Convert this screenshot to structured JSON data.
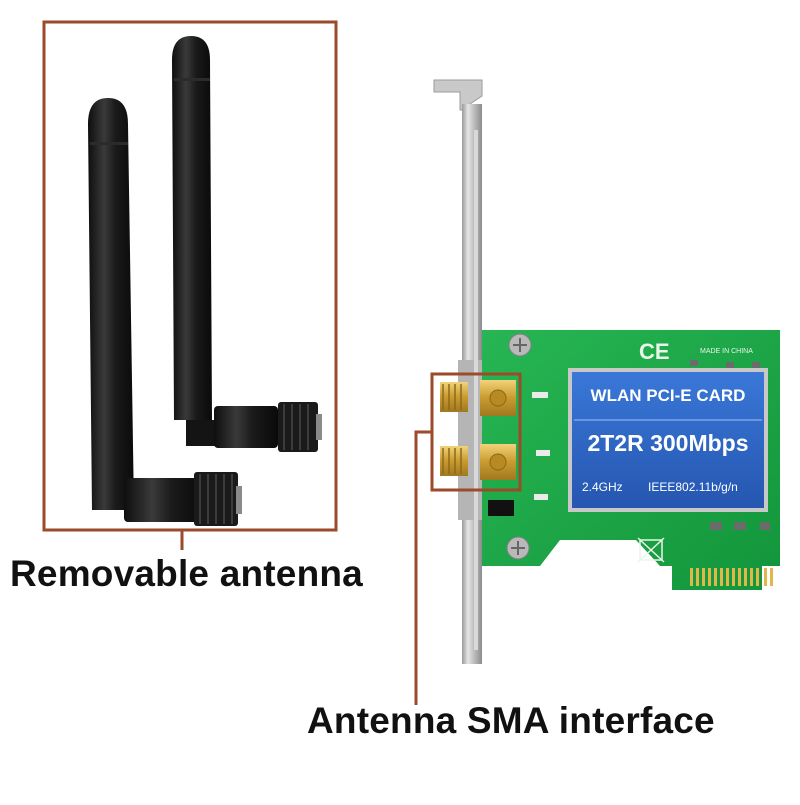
{
  "labels": {
    "removable_antenna": "Removable antenna",
    "sma_interface": "Antenna SMA interface"
  },
  "card": {
    "ce_mark": "CE",
    "made_in": "MADE IN CHINA",
    "title": "WLAN PCI-E CARD",
    "spec": "2T2R 300Mbps",
    "frequency": "2.4GHz",
    "standard": "IEEE802.11b/g/n"
  },
  "colors": {
    "callout": "#9b4a2a",
    "pcb_green": "#1fa84a",
    "sticker_blue": "#2f68c8",
    "antenna_black": "#1c1c1c",
    "gold": "#d4a93a"
  }
}
